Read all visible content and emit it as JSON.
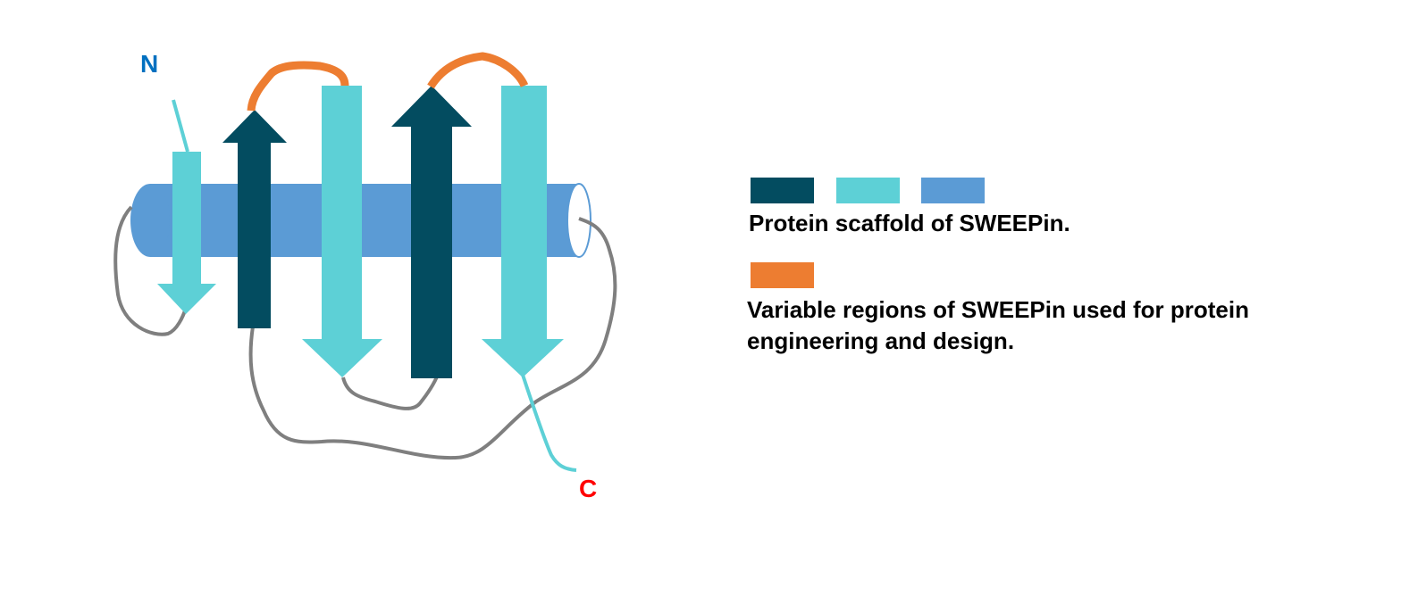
{
  "diagram": {
    "n_terminus_label": "N",
    "c_terminus_label": "C",
    "colors": {
      "dark_strand": "#034C60",
      "light_strand": "#5DD0D6",
      "helix": "#5B9BD5",
      "variable_loop": "#ED7D31",
      "loop": "#7F7F7F",
      "n_label": "#0070C0",
      "c_label": "#FF0000"
    }
  },
  "legend": {
    "scaffold_text": "Protein scaffold of SWEEPin.",
    "variable_text_line1": "Variable regions of SWEEPin used for protein",
    "variable_text_line2": "engineering and design."
  }
}
